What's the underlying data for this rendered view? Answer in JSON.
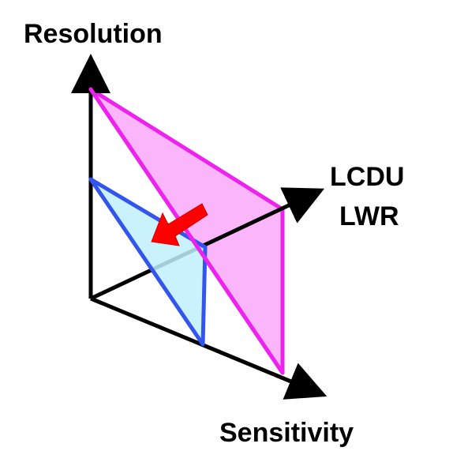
{
  "labels": {
    "resolution": "Resolution",
    "lcdu": "LCDU",
    "lwr": "LWR",
    "sensitivity": "Sensitivity"
  },
  "colors": {
    "axis": "#000000",
    "outer_stroke": "#ee22ee",
    "outer_fill": "#fbb6fb",
    "inner_stroke": "#3355ee",
    "inner_fill": "#bff0fb",
    "arrow": "#ff0000"
  }
}
